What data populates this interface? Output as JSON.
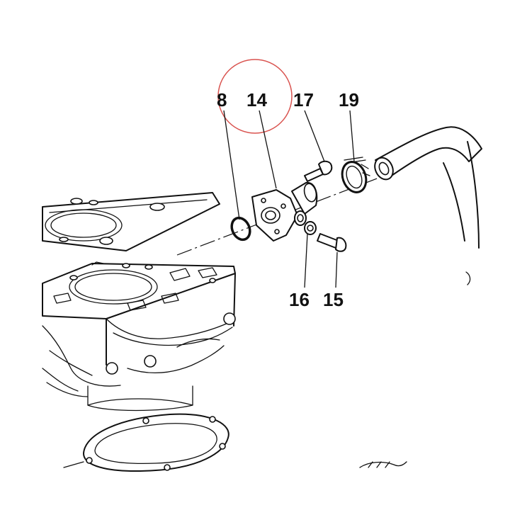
{
  "callouts": {
    "part_8": "8",
    "part_14": "14",
    "part_17": "17",
    "part_19": "19",
    "part_16": "16",
    "part_15": "15"
  },
  "highlight_color": "#d9534f",
  "line_color": "#111111"
}
